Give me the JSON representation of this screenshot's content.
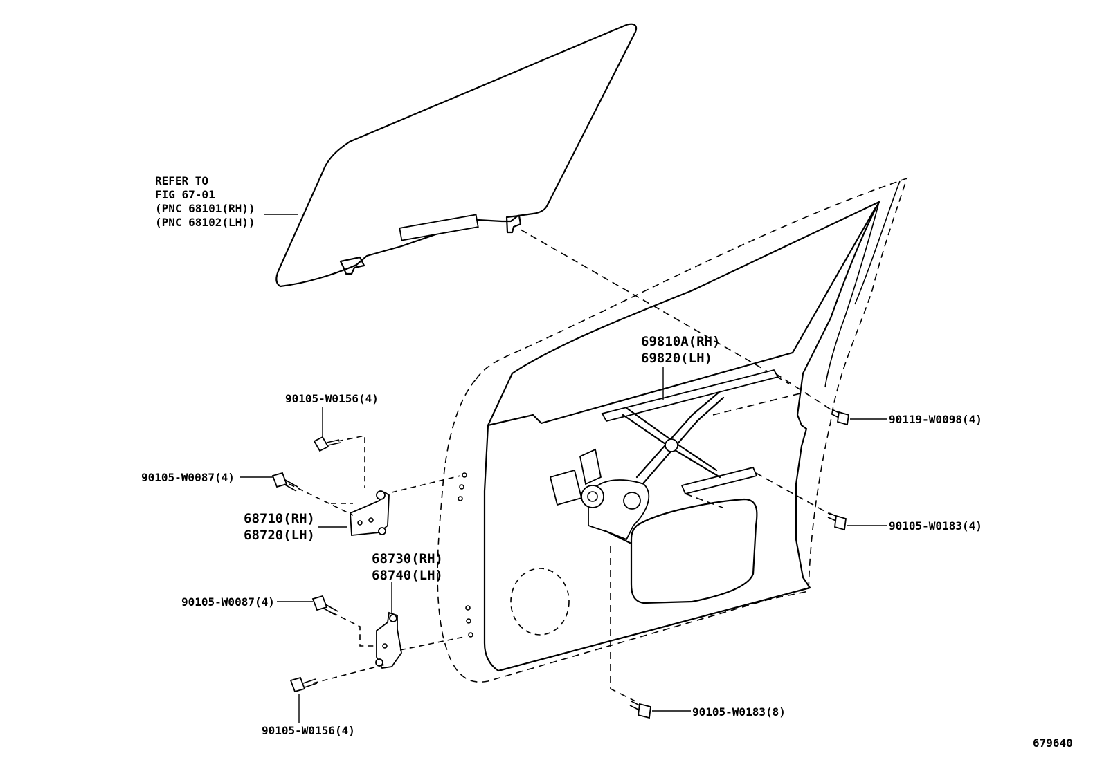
{
  "figure_id": "679640",
  "refer_note": {
    "line1": "REFER TO",
    "line2": "FIG 67-01",
    "line3": "(PNC 68101(RH))",
    "line4": "(PNC 68102(LH))"
  },
  "labels": {
    "regulator_rh": "69810A(RH)",
    "regulator_lh": "69820(LH)",
    "bolt_90119_w0098": "90119-W0098(4)",
    "bolt_90105_w0183_4": "90105-W0183(4)",
    "bolt_90105_w0183_8": "90105-W0183(8)",
    "bolt_90105_w0156_top": "90105-W0156(4)",
    "bolt_90105_w0087_upper": "90105-W0087(4)",
    "hinge_upper_rh": "68710(RH)",
    "hinge_upper_lh": "68720(LH)",
    "hinge_lower_rh": "68730(RH)",
    "hinge_lower_lh": "68740(LH)",
    "bolt_90105_w0087_lower": "90105-W0087(4)",
    "bolt_90105_w0156_bottom": "90105-W0156(4)"
  }
}
